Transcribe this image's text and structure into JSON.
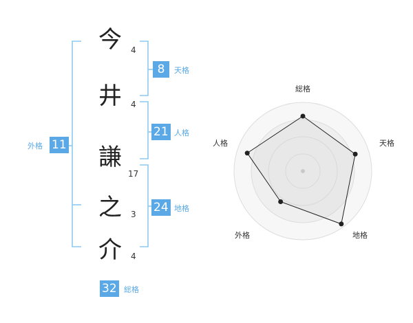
{
  "colors": {
    "accent": "#5aa9e6",
    "ink": "#222222"
  },
  "name": {
    "chars": [
      {
        "char": "今",
        "strokes": "4"
      },
      {
        "char": "井",
        "strokes": "4"
      },
      {
        "char": "謙",
        "strokes": "17"
      },
      {
        "char": "之",
        "strokes": "3"
      },
      {
        "char": "介",
        "strokes": "4"
      }
    ]
  },
  "fortune": {
    "ten": {
      "value": "8",
      "label": "天格"
    },
    "jin": {
      "value": "21",
      "label": "人格"
    },
    "chi": {
      "value": "24",
      "label": "地格"
    },
    "gai": {
      "value": "11",
      "label": "外格"
    },
    "so": {
      "value": "32",
      "label": "総格"
    }
  },
  "chart_data": {
    "type": "radar",
    "axes": [
      "総格",
      "天格",
      "地格",
      "外格",
      "人格"
    ],
    "values": [
      0.8,
      0.8,
      0.95,
      0.55,
      0.85
    ],
    "rings": 4,
    "max": 1
  }
}
